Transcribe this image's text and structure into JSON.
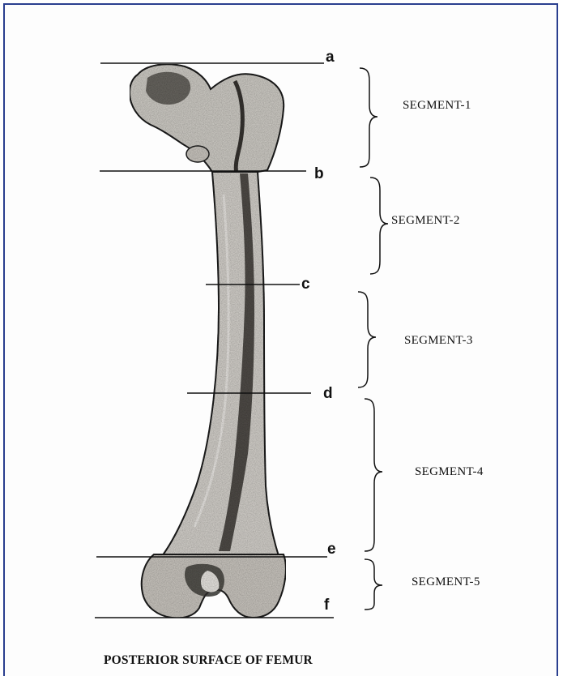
{
  "levels": [
    {
      "id": "a",
      "label": "a"
    },
    {
      "id": "b",
      "label": "b"
    },
    {
      "id": "c",
      "label": "c"
    },
    {
      "id": "d",
      "label": "d"
    },
    {
      "id": "e",
      "label": "e"
    },
    {
      "id": "f",
      "label": "f"
    }
  ],
  "segments": [
    {
      "id": "1",
      "label": "SEGMENT-1"
    },
    {
      "id": "2",
      "label": "SEGMENT-2"
    },
    {
      "id": "3",
      "label": "SEGMENT-3"
    },
    {
      "id": "4",
      "label": "SEGMENT-4"
    },
    {
      "id": "5",
      "label": "SEGMENT-5"
    }
  ],
  "caption": "POSTERIOR SURFACE OF FEMUR",
  "colors": {
    "frame_border": "#2a3f8f",
    "bone_fill": "#d9d6d0",
    "bone_shadow": "#3a3835",
    "line": "#111111"
  }
}
